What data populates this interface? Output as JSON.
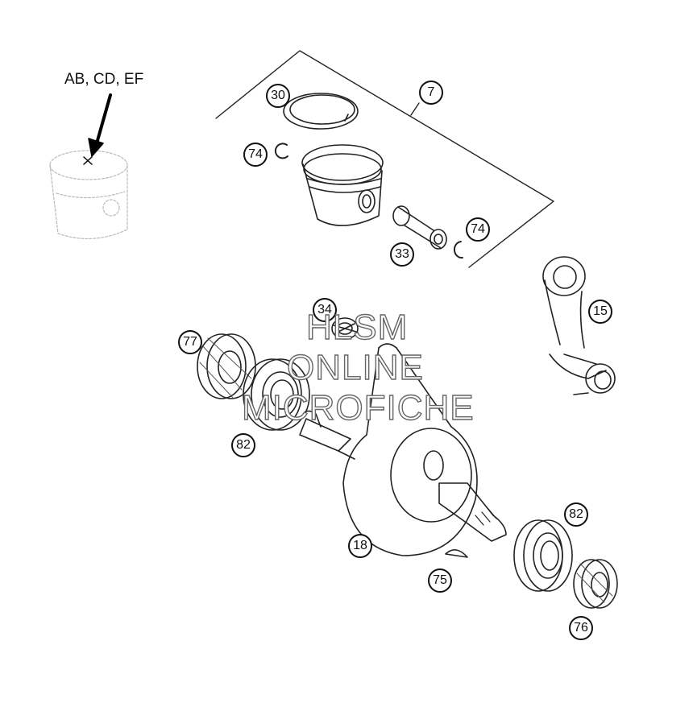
{
  "top_label": "AB, CD, EF",
  "callouts": {
    "c30": "30",
    "c7": "7",
    "c74a": "74",
    "c74b": "74",
    "c33": "33",
    "c15": "15",
    "c34": "34",
    "c77": "77",
    "c82a": "82",
    "c82b": "82",
    "c18": "18",
    "c75": "75",
    "c76": "76"
  },
  "watermark": {
    "line1": "HLSM",
    "line2": "ONLINE",
    "line3": "MICROFICHE"
  }
}
